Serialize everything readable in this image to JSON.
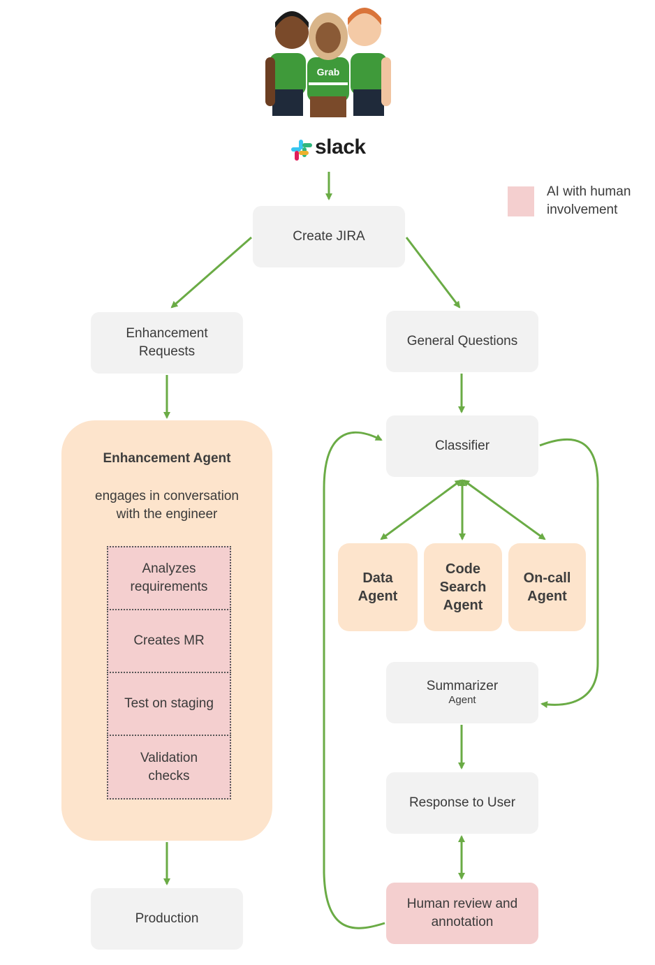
{
  "brand": {
    "slack_label": "slack",
    "grab_label": "Grab"
  },
  "legend": {
    "label": "AI with human\ninvolvement",
    "color": "#f4cfcf"
  },
  "nodes": {
    "create_jira": "Create JIRA",
    "enhancement_requests": "Enhancement\nRequests",
    "general_questions": "General Questions",
    "classifier": "Classifier",
    "data_agent": "Data\nAgent",
    "code_search_agent": "Code\nSearch\nAgent",
    "oncall_agent": "On-call\nAgent",
    "summarizer_title": "Summarizer",
    "summarizer_sub": "Agent",
    "response_to_user": "Response to User",
    "human_review": "Human review and\nannotation",
    "production": "Production"
  },
  "enhancement_agent": {
    "title": "Enhancement Agent",
    "description": "engages in conversation\nwith the engineer",
    "steps": [
      "Analyzes\nrequirements",
      "Creates MR",
      "Test on staging",
      "Validation\nchecks"
    ]
  },
  "colors": {
    "arrow": "#6aab45",
    "node_gray": "#f2f2f2",
    "agent_peach": "#fde4cc",
    "human_pink": "#f4cfcf"
  }
}
